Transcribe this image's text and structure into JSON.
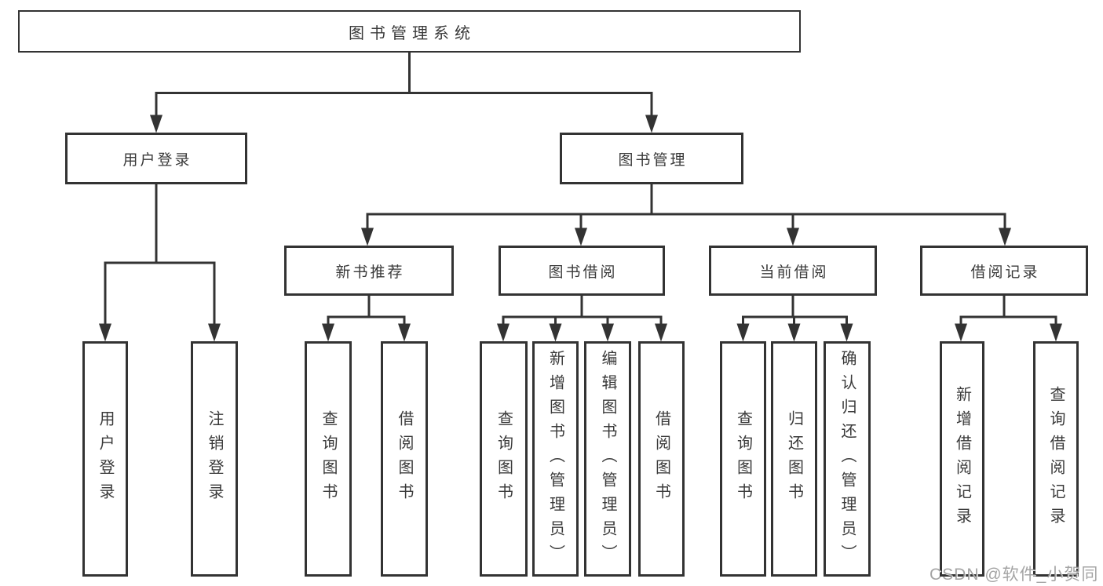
{
  "diagram": {
    "type": "tree",
    "root": {
      "label": "图书管理系统"
    },
    "branches": [
      {
        "label": "用户登录"
      },
      {
        "label": "图书管理"
      }
    ],
    "sections": [
      {
        "label": "新书推荐",
        "parent": "图书管理"
      },
      {
        "label": "图书借阅",
        "parent": "图书管理"
      },
      {
        "label": "当前借阅",
        "parent": "图书管理"
      },
      {
        "label": "借阅记录",
        "parent": "图书管理"
      }
    ],
    "leaves": [
      {
        "label": "用户登录",
        "parent": "用户登录"
      },
      {
        "label": "注销登录",
        "parent": "用户登录"
      },
      {
        "label": "查询图书",
        "parent": "新书推荐"
      },
      {
        "label": "借阅图书",
        "parent": "新书推荐"
      },
      {
        "label": "查询图书",
        "parent": "图书借阅"
      },
      {
        "label": "新增图书（管理员）",
        "parent": "图书借阅"
      },
      {
        "label": "编辑图书（管理员）",
        "parent": "图书借阅"
      },
      {
        "label": "借阅图书",
        "parent": "图书借阅"
      },
      {
        "label": "查询图书",
        "parent": "当前借阅"
      },
      {
        "label": "归还图书",
        "parent": "当前借阅"
      },
      {
        "label": "确认归还（管理员）",
        "parent": "当前借阅"
      },
      {
        "label": "新增借阅记录",
        "parent": "借阅记录"
      },
      {
        "label": "查询借阅记录",
        "parent": "借阅记录"
      }
    ]
  },
  "watermark": "CSDN @软件_小贺同学",
  "colors": {
    "line": "#333333",
    "text": "#3a3a3a",
    "background": "#ffffff",
    "watermark": "#949494"
  }
}
